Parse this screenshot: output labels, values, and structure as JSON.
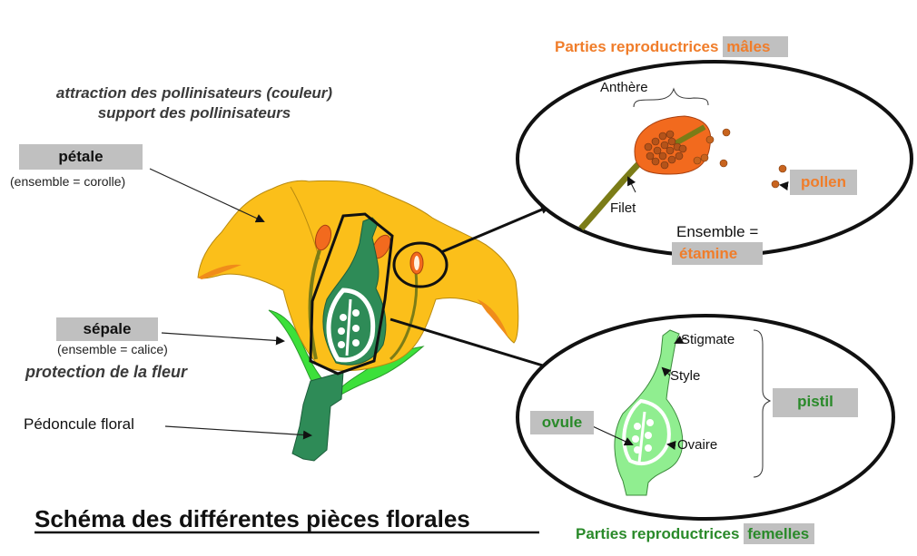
{
  "title": "Schéma des différentes pièces florales",
  "colors": {
    "petal": "#fbbf1a",
    "petal_edge": "#f08c1a",
    "anther": "#f26a1e",
    "filament": "#7b7c17",
    "pistil_dark": "#2e8b57",
    "pistil_light": "#90ee90",
    "sepal": "#3ce03a",
    "male_text": "#f07d2a",
    "female_text": "#2a8a2a",
    "label_bg": "#c0c0c0"
  },
  "left_annotations": {
    "petal_role_line1": "attraction des pollinisateurs (couleur)",
    "petal_role_line2": "support des pollinisateurs",
    "petal_label": "pétale",
    "petal_sub": "(ensemble = corolle)",
    "sepal_label": "sépale",
    "sepal_sub": "(ensemble = calice)",
    "sepal_role": "protection de la fleur",
    "peduncle_label": "Pédoncule floral"
  },
  "male_panel": {
    "heading_prefix": "Parties reproductrices ",
    "heading_highlight": "mâles",
    "anther_label": "Anthère",
    "filament_label": "Filet",
    "pollen_label": "pollen",
    "ensemble_label": "Ensemble =",
    "stamen_label": "étamine"
  },
  "female_panel": {
    "heading_prefix": "Parties reproductrices ",
    "heading_highlight": "femelles",
    "stigma_label": "Stigmate",
    "style_label": "Style",
    "ovary_label": "Ovaire",
    "ovule_label": "ovule",
    "pistil_label": "pistil"
  }
}
